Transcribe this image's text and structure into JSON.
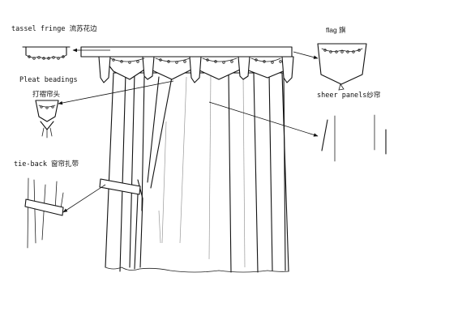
{
  "labels": {
    "tassel_fringe": "tassel fringe 流苏花边",
    "flag": "flag 旗",
    "pleat_beadings_en": "Pleat beadings",
    "pleat_beadings_cn": "打褶帘头",
    "sheer_panels": "sheer panels纱帘",
    "tie_back": "tie-back 窗帘扎带"
  }
}
